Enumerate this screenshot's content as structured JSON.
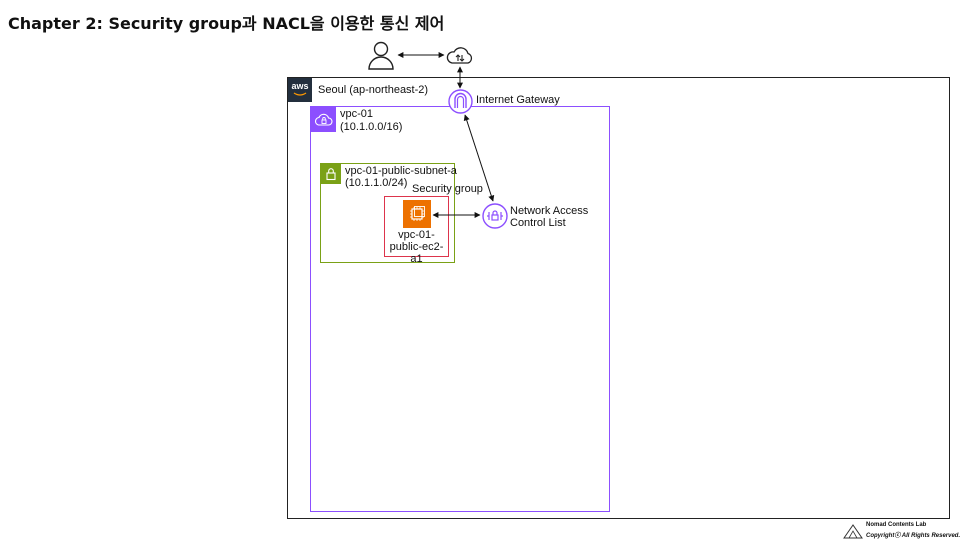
{
  "title": "Chapter 2: Security group과 NACL을 이용한 통신 제어",
  "region": {
    "logo_text": "aws",
    "label": "Seoul (ap-northeast-2)"
  },
  "internet_gateway": {
    "label": "Internet Gateway"
  },
  "vpc": {
    "name": "vpc-01",
    "cidr": "(10.1.0.0/16)"
  },
  "subnet": {
    "name": "vpc-01-public-subnet-a",
    "cidr": "(10.1.1.0/24)"
  },
  "security_group": {
    "label": "Security group"
  },
  "ec2": {
    "label_line1": "vpc-01-",
    "label_line2": "public-ec2-a1"
  },
  "nacl": {
    "label_line1": "Network Access",
    "label_line2": "Control List"
  },
  "footer": {
    "name": "Nomad Contents Lab",
    "copyright": "Copyrightⓒ All Rights Reserved."
  },
  "colors": {
    "vpc": "#8c4fff",
    "subnet": "#7aa116",
    "security_group": "#dd344c",
    "ec2": "#ed7100",
    "aws_logo": "#232f3e"
  },
  "icons": [
    "user-icon",
    "internet-cloud-icon",
    "aws-logo-icon",
    "internet-gateway-icon",
    "vpc-cloud-icon",
    "subnet-lock-icon",
    "ec2-instance-icon",
    "nacl-icon",
    "footer-logo-icon"
  ]
}
